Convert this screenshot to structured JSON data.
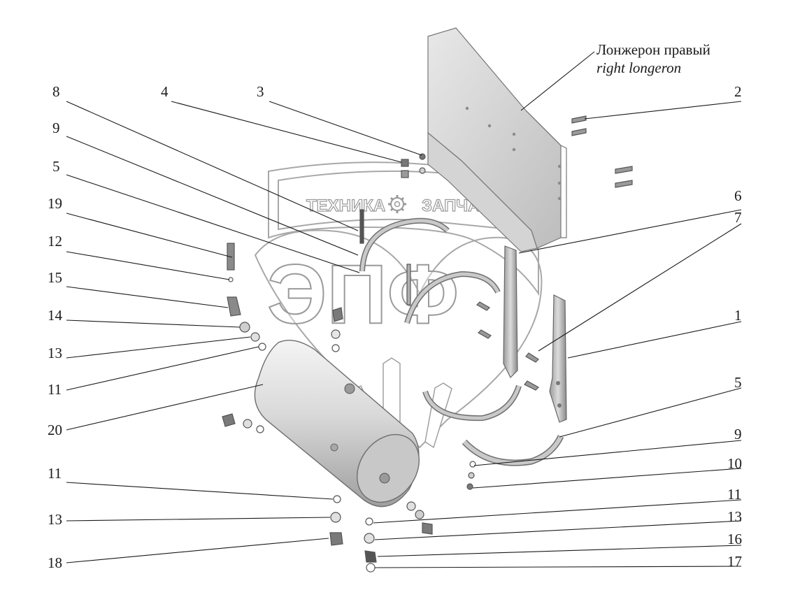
{
  "longeron_label": {
    "ru": "Лонжерон правый",
    "en": "right longeron"
  },
  "watermark": {
    "brand_left": "ТЕХНИКА",
    "brand_right": "ЗАПЧАСТИ",
    "monogram": "ЭПФ"
  },
  "callouts": [
    {
      "id": "c8",
      "text": "8"
    },
    {
      "id": "c4",
      "text": "4"
    },
    {
      "id": "c3",
      "text": "3"
    },
    {
      "id": "c2",
      "text": "2"
    },
    {
      "id": "c9a",
      "text": "9"
    },
    {
      "id": "c5a",
      "text": "5"
    },
    {
      "id": "c19",
      "text": "19"
    },
    {
      "id": "c12",
      "text": "12"
    },
    {
      "id": "c15",
      "text": "15"
    },
    {
      "id": "c14",
      "text": "14"
    },
    {
      "id": "c13a",
      "text": "13"
    },
    {
      "id": "c11a",
      "text": "11"
    },
    {
      "id": "c20",
      "text": "20"
    },
    {
      "id": "c11b",
      "text": "11"
    },
    {
      "id": "c13b",
      "text": "13"
    },
    {
      "id": "c18",
      "text": "18"
    },
    {
      "id": "c6",
      "text": "6"
    },
    {
      "id": "c7",
      "text": "7"
    },
    {
      "id": "c1",
      "text": "1"
    },
    {
      "id": "c5b",
      "text": "5"
    },
    {
      "id": "c9b",
      "text": "9"
    },
    {
      "id": "c10",
      "text": "10"
    },
    {
      "id": "c11c",
      "text": "11"
    },
    {
      "id": "c13c",
      "text": "13"
    },
    {
      "id": "c16",
      "text": "16"
    },
    {
      "id": "c17",
      "text": "17"
    }
  ]
}
